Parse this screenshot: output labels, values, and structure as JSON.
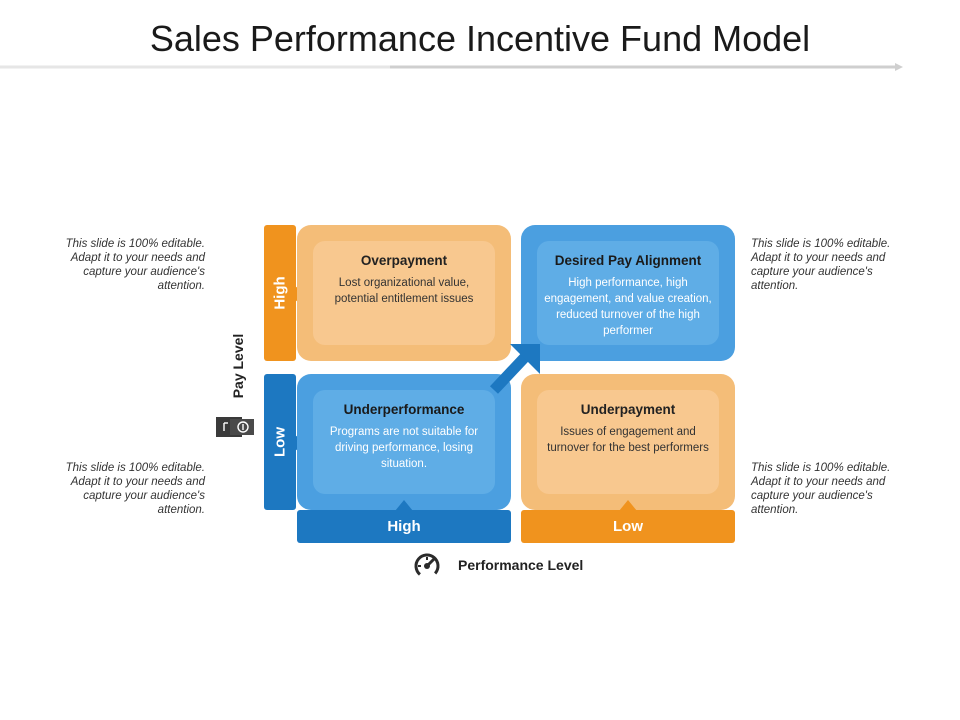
{
  "title": "Sales Performance Incentive Fund Model",
  "side_note": "This slide is 100% editable. Adapt it to your needs and capture your audience's attention.",
  "quadrants": {
    "top_left": {
      "heading": "Overpayment",
      "body": "Lost organizational value, potential entitlement issues"
    },
    "top_right": {
      "heading": "Desired Pay Alignment",
      "body": "High performance, high engagement, and value creation, reduced turnover of the high performer"
    },
    "bottom_left": {
      "heading": "Underperformance",
      "body": "Programs are not suitable for driving performance, losing situation."
    },
    "bottom_right": {
      "heading": "Underpayment",
      "body": "Issues of engagement and turnover for the best performers"
    }
  },
  "y_axis": {
    "label": "Pay Level",
    "high": "High",
    "low": "Low"
  },
  "x_axis": {
    "label": "Performance Level",
    "high": "High",
    "low": "Low"
  },
  "colors": {
    "orange": "#f4bd78",
    "orange_bar": "#f0931e",
    "blue": "#4b9fe0",
    "blue_bar": "#1d78c1"
  },
  "icons": {
    "pay": "money-icon",
    "performance": "speedometer-icon"
  }
}
